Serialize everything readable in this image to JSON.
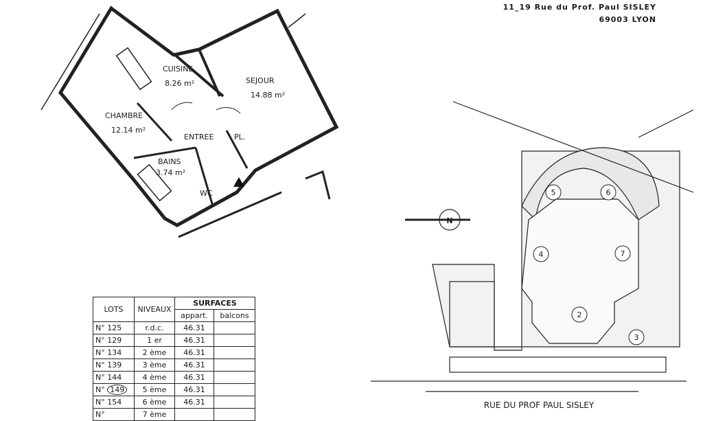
{
  "address": {
    "line1": "11_19 Rue du Prof. Paul SISLEY",
    "line2": "69003 LYON"
  },
  "floor_plan": {
    "rooms": [
      {
        "name": "CUISINE",
        "area": "8.26 m²"
      },
      {
        "name": "SEJOUR",
        "area": "14.88 m²"
      },
      {
        "name": "CHAMBRE",
        "area": "12.14 m²"
      },
      {
        "name": "ENTREE",
        "area": ""
      },
      {
        "name": "PL.",
        "area": ""
      },
      {
        "name": "BAINS",
        "area": "3.74 m²"
      },
      {
        "name": "WC",
        "area": ""
      }
    ]
  },
  "table": {
    "headers": {
      "lots": "LOTS",
      "niveaux": "NIVEAUX",
      "surfaces": "SURFACES",
      "appart": "appart.",
      "balcons": "balcons"
    },
    "rows": [
      {
        "lot": "N° 125",
        "niveau": "r.d.c.",
        "appart": "46.31",
        "balcons": ""
      },
      {
        "lot": "N° 129",
        "niveau": "1 er",
        "appart": "46.31",
        "balcons": ""
      },
      {
        "lot": "N° 134",
        "niveau": "2 ème",
        "appart": "46.31",
        "balcons": ""
      },
      {
        "lot": "N° 139",
        "niveau": "3 ème",
        "appart": "46.31",
        "balcons": ""
      },
      {
        "lot": "N° 144",
        "niveau": "4 ème",
        "appart": "46.31",
        "balcons": ""
      },
      {
        "lot": "N° 149",
        "niveau": "5 ème",
        "appart": "46.31",
        "balcons": "",
        "highlighted": true
      },
      {
        "lot": "N° 154",
        "niveau": "6 ème",
        "appart": "46.31",
        "balcons": ""
      },
      {
        "lot": "N°",
        "niveau": "7 ème",
        "appart": "",
        "balcons": ""
      }
    ]
  },
  "site_plan": {
    "street": "RUE DU PROF PAUL SISLEY",
    "north_label": "N",
    "markers": [
      "2",
      "3",
      "4",
      "5",
      "6",
      "7"
    ]
  }
}
